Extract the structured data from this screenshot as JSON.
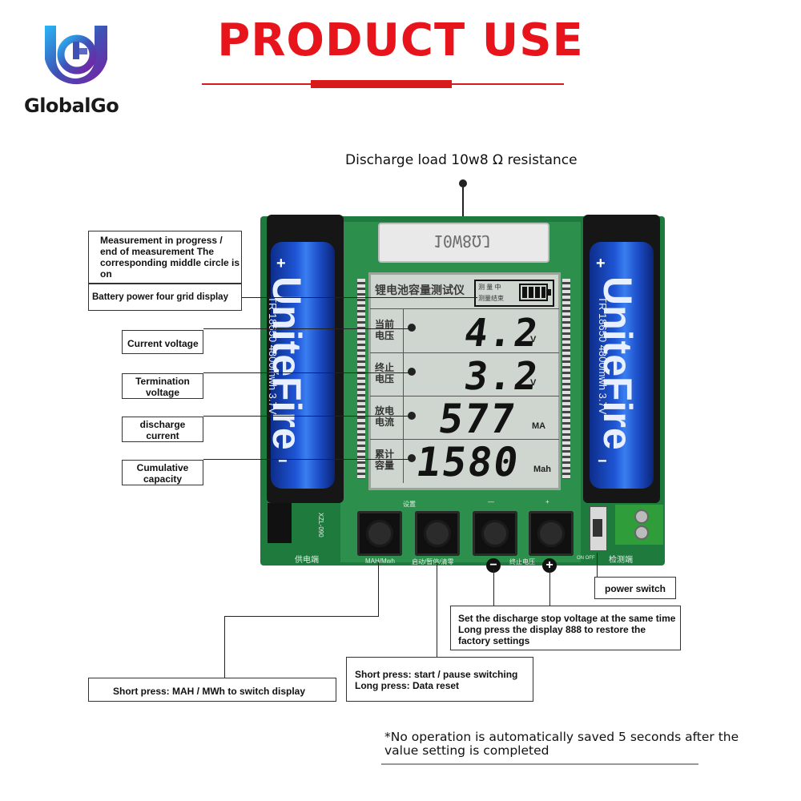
{
  "brand": {
    "name": "GlobalGo",
    "logo_icon": "globalgo-logo-icon"
  },
  "title": "PRODUCT USE",
  "colors": {
    "title_red": "#e8141c",
    "board_green": "#1f7a3e",
    "battery_blue": "#1f56d6"
  },
  "callouts": {
    "discharge_load": "Discharge load 10w8 Ω resistance",
    "measurement_status": "Measurement in progress / end of measurement The corresponding middle circle is on",
    "battery_power": "Battery power four grid display",
    "current_voltage": "Current voltage",
    "termination_voltage": "Termination voltage",
    "discharge_current": "discharge current",
    "cumulative_capacity": "Cumulative capacity",
    "power_switch": "power switch",
    "set_stop_voltage": "Set the discharge stop voltage at the same time Long press the display 888 to restore the factory settings",
    "start_pause": "Short press: start / pause switching Long press: Data reset",
    "mah_mwh": "Short press: MAH / MWh to switch display"
  },
  "footnote": "*No operation is automatically saved 5 seconds after the value setting is completed",
  "board": {
    "resistor_text": "10W8ΩJ",
    "battery_brand": "UniteFire",
    "battery_spec": "TR 18650 4800mwh 3.7V",
    "plus": "+",
    "minus": "−",
    "lcd": {
      "title": "锂电池容量测试仪",
      "status_top": "测 量 中",
      "status_bottom": "测量结束",
      "rows": [
        {
          "label1": "当前",
          "label2": "电压",
          "value": "4.2",
          "unit": "V"
        },
        {
          "label1": "终止",
          "label2": "电压",
          "value": "3.2",
          "unit": "V"
        },
        {
          "label1": "放电",
          "label2": "电流",
          "value": "577",
          "unit": "MA"
        },
        {
          "label1": "累计",
          "label2": "容量",
          "value": "1580",
          "unit": "Mah"
        }
      ]
    },
    "pcb_labels": {
      "set": "设置",
      "minus": "—",
      "plus": "+",
      "power_in": "供电端",
      "mah_mwh": "MAH/Mwh",
      "start_clear": "启动/暂停/清零",
      "stop_voltage": "终止电压",
      "detect": "检测端",
      "on_off": "ON OFF",
      "version": "XZL-090"
    },
    "button_marks": {
      "minus": "−",
      "plus": "+"
    }
  }
}
